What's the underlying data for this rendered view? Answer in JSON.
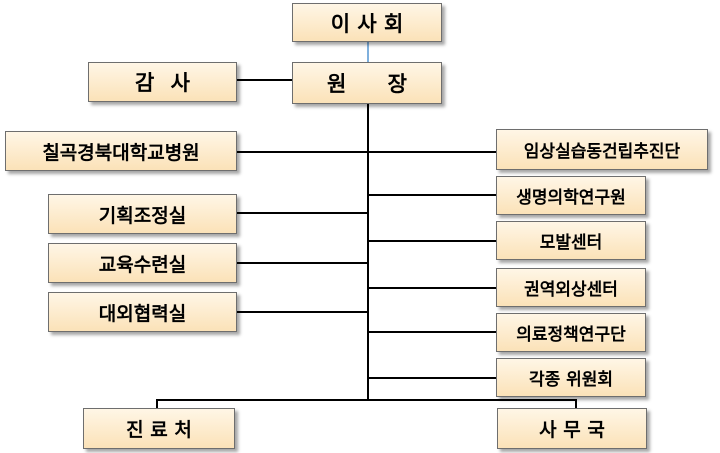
{
  "chart": {
    "board": "이 사 회",
    "director": {
      "left": "원",
      "right": "장"
    },
    "audit": {
      "left": "감",
      "right": "사"
    },
    "branch_hospital": "칠곡경북대학교병원",
    "left_offices": [
      "기획조정실",
      "교육수련실",
      "대외협력실"
    ],
    "right_units": [
      "임상실습동건립추진단",
      "생명의학연구원",
      "모발센터",
      "권역외상센터",
      "의료정책연구단",
      "각종 위원회"
    ],
    "clinical": "진 료 처",
    "admin": "사 무 국"
  }
}
